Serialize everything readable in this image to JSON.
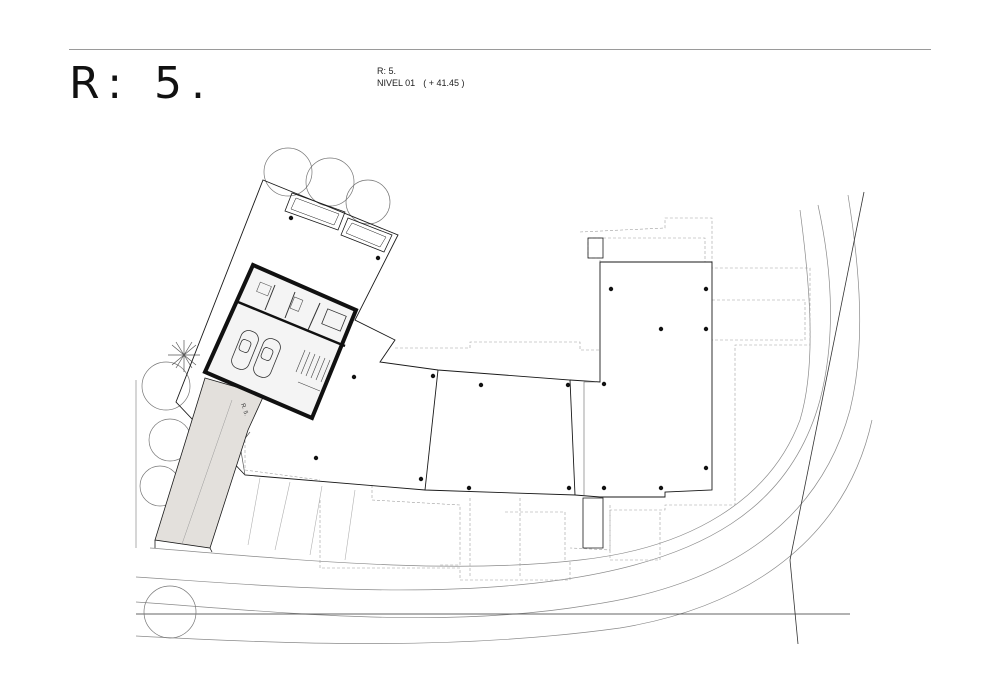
{
  "sheet": {
    "title": "R: 5.",
    "subtitle": "R: 5.",
    "level_label": "NIVEL 01",
    "level_value": "( + 41.45 )",
    "ramp_label": "R. 5."
  },
  "colors": {
    "line": "#1a1a1a",
    "thin_line": "#8a8a8a",
    "ramp_fill": "#e3e0dc",
    "wall": "#111111",
    "rule": "#9a9a9a"
  }
}
